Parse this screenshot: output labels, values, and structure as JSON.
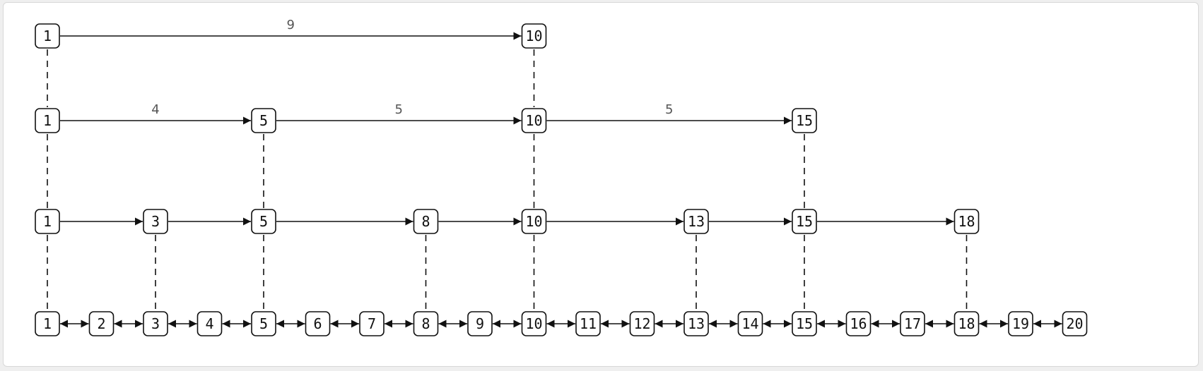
{
  "diagram": {
    "levels": [
      {
        "nodes": [
          "1",
          "10"
        ],
        "weights": [
          "9"
        ]
      },
      {
        "nodes": [
          "1",
          "5",
          "10",
          "15"
        ],
        "weights": [
          "4",
          "5",
          "5"
        ]
      },
      {
        "nodes": [
          "1",
          "3",
          "5",
          "8",
          "10",
          "13",
          "15",
          "18"
        ],
        "weights": []
      },
      {
        "nodes": [
          "1",
          "2",
          "3",
          "4",
          "5",
          "6",
          "7",
          "8",
          "9",
          "10",
          "11",
          "12",
          "13",
          "14",
          "15",
          "16",
          "17",
          "18",
          "19",
          "20"
        ],
        "weights": []
      }
    ],
    "bottom_edges": "bidirectional",
    "upper_edges": "directed-right",
    "vertical_links": "dashed"
  }
}
